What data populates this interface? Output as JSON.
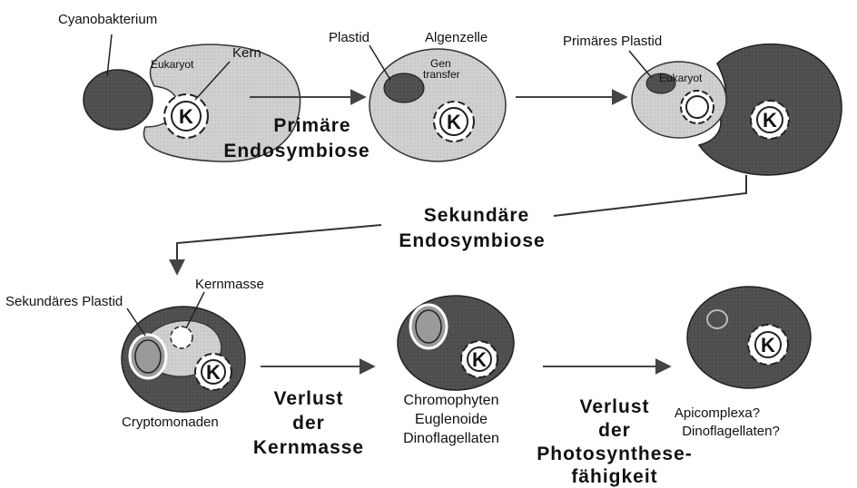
{
  "labels": {
    "cyanobakterium": "Cyanobakterium",
    "eukaryot1": "Eukaryot",
    "kern": "Kern",
    "plastid": "Plastid",
    "algenzelle": "Algenzelle",
    "gen_transfer_1": "Gen",
    "gen_transfer_2": "transfer",
    "primaeres_plastid": "Primäres Plastid",
    "eukaryot2": "Eukaryot",
    "primaere_1": "Primäre",
    "primaere_2": "Endosymbiose",
    "sekundaere_1": "Sekundäre",
    "sekundaere_2": "Endosymbiose",
    "kernmasse": "Kernmasse",
    "sekundaeres_plastid": "Sekundäres Plastid",
    "cryptomonaden": "Cryptomonaden",
    "verlust1_1": "Verlust",
    "verlust1_2": "der",
    "verlust1_3": "Kernmasse",
    "chromophyten_1": "Chromophyten",
    "chromophyten_2": "Euglenoide",
    "chromophyten_3": "Dinoflagellaten",
    "verlust2_1": "Verlust",
    "verlust2_2": "der",
    "verlust2_3": "Photosynthese-",
    "verlust2_4": "fähigkeit",
    "apicomplexa_1": "Apicomplexa?",
    "apicomplexa_2": "Dinoflagellaten?",
    "k": "K"
  },
  "colors": {
    "dark_cell": "#4a4a4a",
    "light_cell": "#c8c8c8",
    "outline": "#222222"
  }
}
